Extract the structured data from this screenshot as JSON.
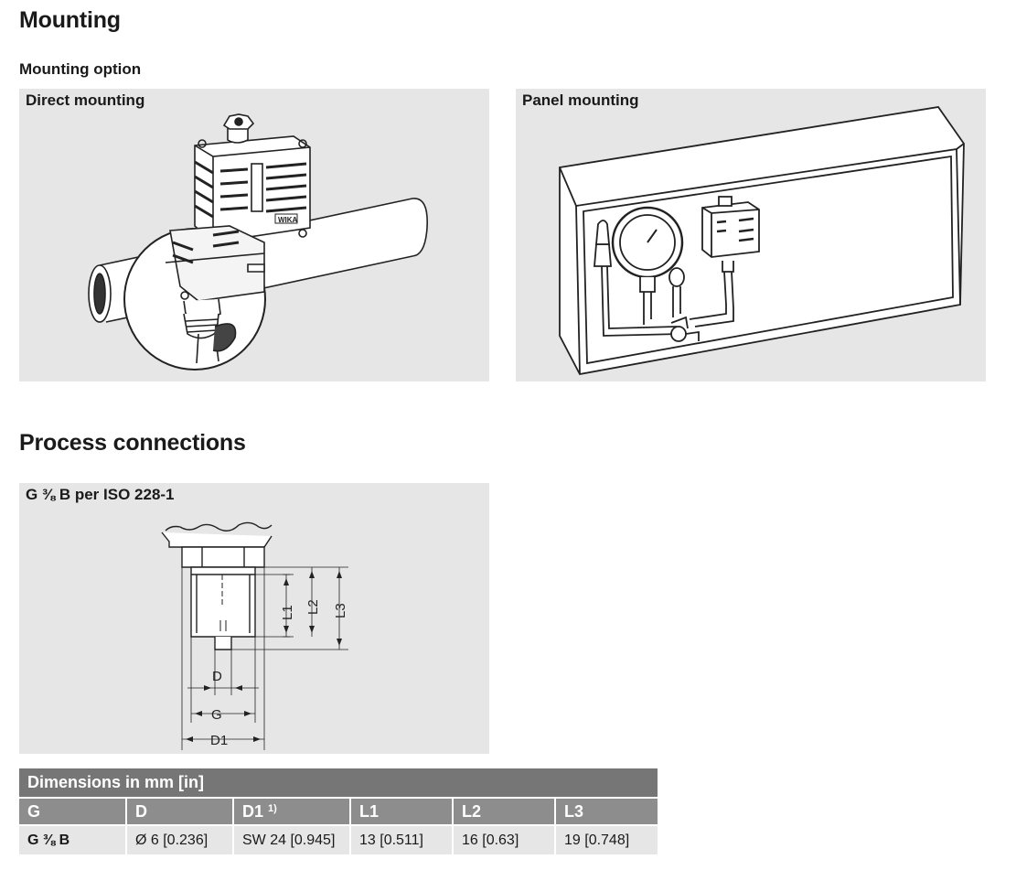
{
  "headings": {
    "mounting": "Mounting",
    "mounting_option": "Mounting option",
    "process_connections": "Process connections"
  },
  "panels": {
    "direct_mounting": "Direct mounting",
    "panel_mounting": "Panel mounting",
    "connection_drawing": "G ⅜ B per ISO 228-1"
  },
  "drawing_labels": {
    "brand": "WIKA",
    "L1": "L1",
    "L2": "L2",
    "L3": "L3",
    "D": "D",
    "G": "G",
    "D1": "D1"
  },
  "dimensions_table": {
    "caption": "Dimensions in mm [in]",
    "headers": [
      "G",
      "D",
      "D1",
      "L1",
      "L2",
      "L3"
    ],
    "footnote_marker": "1)",
    "rows": [
      [
        "G ⅜ B",
        "Ø 6 [0.236]",
        "SW 24 [0.945]",
        "13 [0.511]",
        "16 [0.63]",
        "19 [0.748]"
      ]
    ]
  },
  "colors": {
    "panel_background": "#e6e6e6",
    "table_caption": "#767676",
    "table_header": "#8d8d8d",
    "line_art": "#222222"
  }
}
